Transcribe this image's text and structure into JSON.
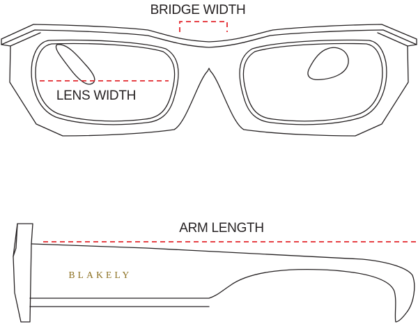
{
  "labels": {
    "bridge_width": "BRIDGE WIDTH",
    "lens_width": "LENS WIDTH",
    "arm_length": "ARM LENGTH"
  },
  "brand": {
    "name": "BLAKELY",
    "color": "#8a6e1e"
  },
  "colors": {
    "outline": "#231f20",
    "measure_line": "#e3262b",
    "background": "#ffffff"
  }
}
